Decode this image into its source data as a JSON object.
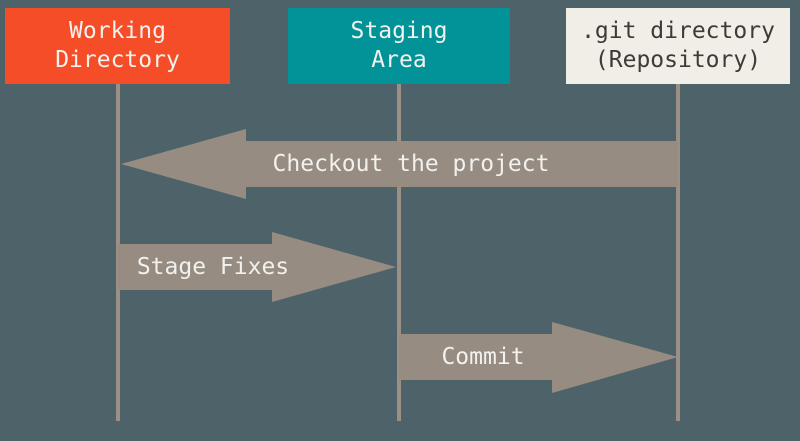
{
  "diagram": {
    "columns": [
      {
        "name": "working-directory",
        "line1": "Working",
        "line2": "Directory"
      },
      {
        "name": "staging-area",
        "line1": "Staging",
        "line2": "Area"
      },
      {
        "name": "git-directory",
        "line1": ".git directory",
        "line2": "(Repository)"
      }
    ],
    "arrows": [
      {
        "name": "checkout",
        "label": "Checkout the project",
        "from": "git-directory",
        "to": "working-directory",
        "direction": "left"
      },
      {
        "name": "stage-fixes",
        "label": "Stage Fixes",
        "from": "working-directory",
        "to": "staging-area",
        "direction": "right"
      },
      {
        "name": "commit",
        "label": "Commit",
        "from": "staging-area",
        "to": "git-directory",
        "direction": "right"
      }
    ],
    "colors": {
      "background": "#4e626a",
      "working_directory_box": "#f44d27",
      "staging_area_box": "#019398",
      "git_directory_box": "#f0eee6",
      "arrow_fill": "#968c81",
      "lifeline": "#9a9086",
      "light_text": "#f2f1ee",
      "dark_text": "#3e3a35"
    }
  }
}
